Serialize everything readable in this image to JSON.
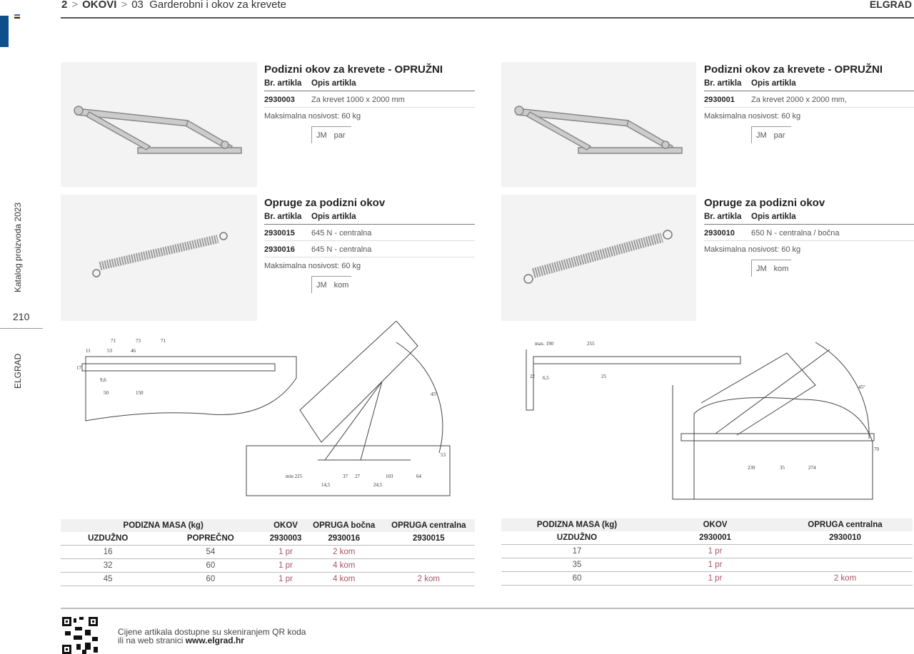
{
  "header": {
    "section_num": "2",
    "section": "OKOVI",
    "sub_num": "03",
    "sub": "Garderobni i okov za krevete",
    "brand": "ELGRAD"
  },
  "sidebar": {
    "catalog": "Katalog proizvoda 2023",
    "page": "210",
    "brand": "ELGRAD"
  },
  "colors": {
    "accent": "#0d4f8b",
    "qty": "#a85466"
  },
  "products": [
    {
      "title": "Podizni okov za krevete - OPRUŽNI",
      "col1": "Br. artikla",
      "col2": "Opis artikla",
      "items": [
        {
          "code": "2930003",
          "desc": "Za krevet 1000 x 2000 mm"
        }
      ],
      "note": "Maksimalna nosivost: 60 kg",
      "jm_label": "JM",
      "jm": "par"
    },
    {
      "title": "Podizni okov za krevete - OPRUŽNI",
      "col1": "Br. artikla",
      "col2": "Opis artikla",
      "items": [
        {
          "code": "2930001",
          "desc": "Za krevet 2000 x 2000 mm,"
        }
      ],
      "note": "Maksimalna nosivost: 60 kg",
      "jm_label": "JM",
      "jm": "par"
    },
    {
      "title": "Opruge za podizni okov",
      "col1": "Br. artikla",
      "col2": "Opis artikla",
      "items": [
        {
          "code": "2930015",
          "desc": "645 N - centralna"
        },
        {
          "code": "2930016",
          "desc": "645 N - centralna"
        }
      ],
      "note": "Maksimalna nosivost: 60 kg",
      "jm_label": "JM",
      "jm": "kom"
    },
    {
      "title": "Opruge za podizni okov",
      "col1": "Br. artikla",
      "col2": "Opis artikla",
      "items": [
        {
          "code": "2930010",
          "desc": "650 N - centralna / bočna"
        }
      ],
      "note": "Maksimalna nosivost: 60 kg",
      "jm_label": "JM",
      "jm": "kom"
    }
  ],
  "drawing_left": {
    "dims": [
      "71",
      "73",
      "71",
      "11",
      "53",
      "46",
      "17",
      "9,6",
      "50",
      "150",
      "min 225",
      "37",
      "27",
      "103",
      "64",
      "14,5",
      "24,5",
      "53",
      "45°"
    ]
  },
  "drawing_right": {
    "dims": [
      "max. 190",
      "255",
      "22",
      "6,5",
      "25",
      "239",
      "35",
      "274",
      "70",
      "45°"
    ]
  },
  "table_left": {
    "head1": [
      "PODIZNA MASA  (kg)",
      "OKOV",
      "OPRUGA bočna",
      "OPRUGA centralna"
    ],
    "head2": [
      "UZDUŽNO",
      "POPREČNO",
      "2930003",
      "2930016",
      "2930015"
    ],
    "rows": [
      [
        "16",
        "54",
        "1 pr",
        "2 kom",
        ""
      ],
      [
        "32",
        "60",
        "1 pr",
        "4 kom",
        ""
      ],
      [
        "45",
        "60",
        "1 pr",
        "4 kom",
        "2 kom"
      ]
    ]
  },
  "table_right": {
    "head1": [
      "PODIZNA MASA  (kg)",
      "OKOV",
      "OPRUGA centralna"
    ],
    "head2": [
      "UZDUŽNO",
      "2930001",
      "2930010"
    ],
    "rows": [
      [
        "17",
        "1 pr",
        ""
      ],
      [
        "35",
        "1 pr",
        ""
      ],
      [
        "60",
        "1 pr",
        "2 kom"
      ]
    ]
  },
  "footer": {
    "line1": "Cijene artikala dostupne su skeniranjem QR koda",
    "line2": "ili na web stranici ",
    "url": "www.elgrad.hr"
  }
}
